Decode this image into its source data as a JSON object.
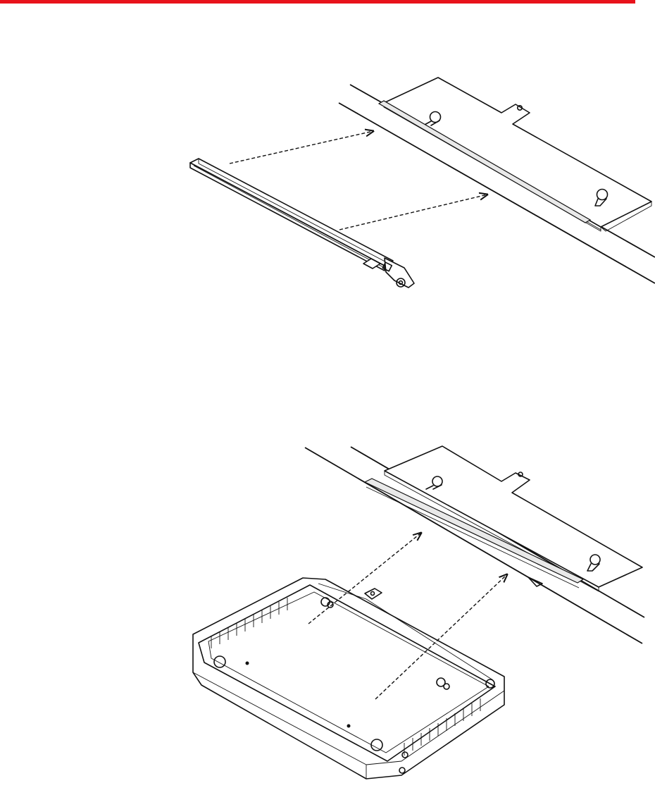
{
  "colors": {
    "header_rule": "#e8121b",
    "line_art": "#111111",
    "background": "#ffffff"
  },
  "figures": [
    {
      "id": "step-1",
      "depicts": [
        "mounting-bracket",
        "rail",
        "wall",
        "dashed-arrows"
      ]
    },
    {
      "id": "step-2",
      "depicts": [
        "mounting-bracket",
        "rail",
        "wall",
        "device-enclosure",
        "dashed-arrows"
      ]
    }
  ]
}
